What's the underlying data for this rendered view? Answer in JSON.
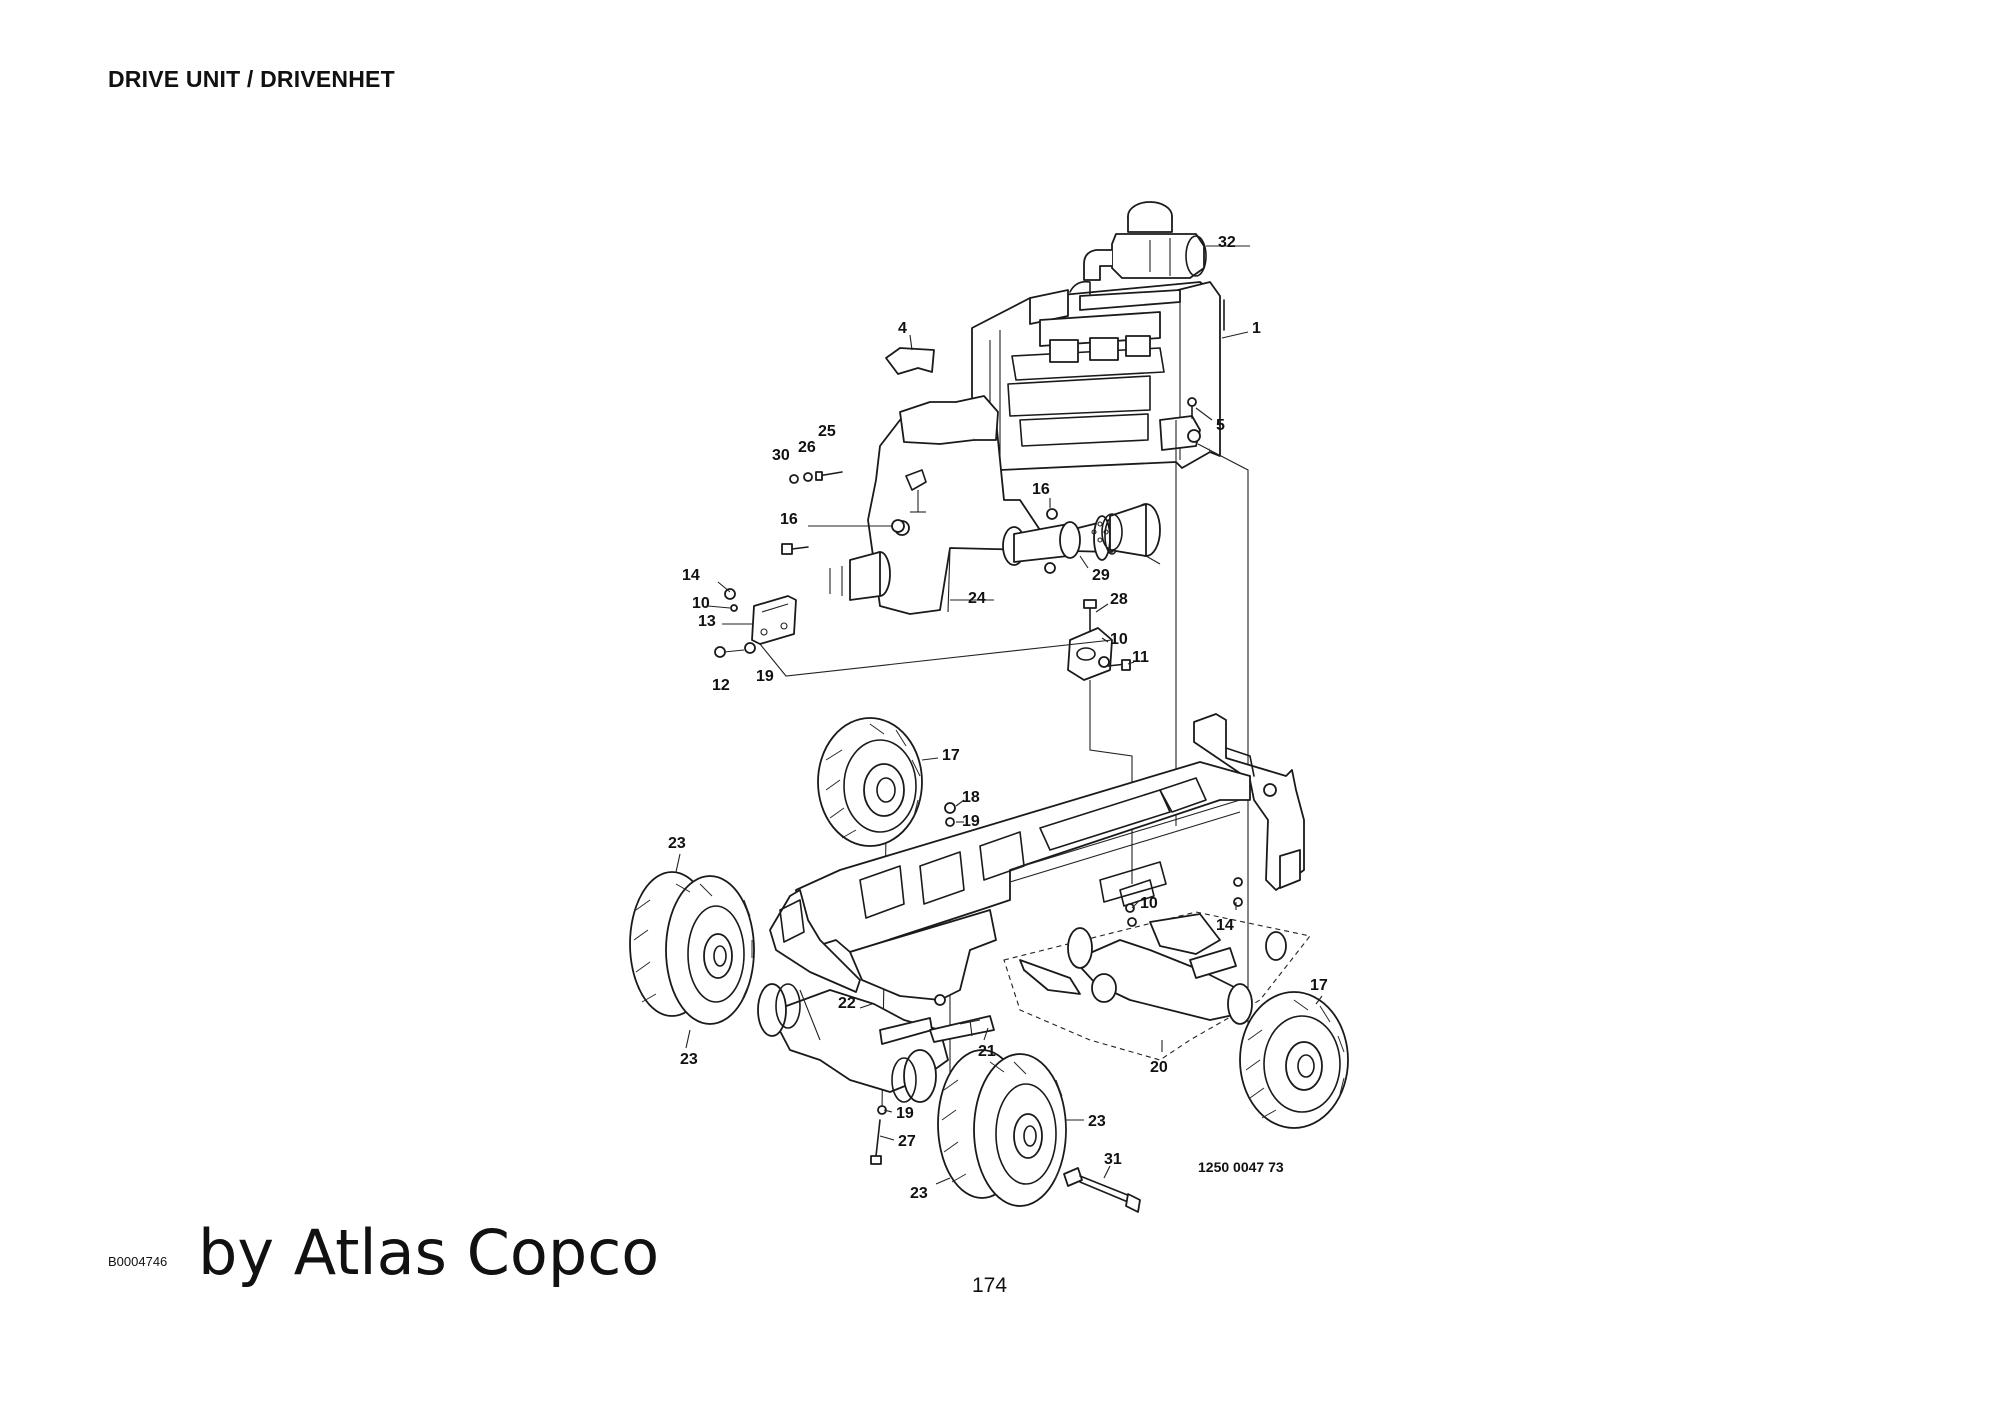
{
  "document": {
    "title": "DRIVE UNIT / DRIVENHET",
    "page_number": "174",
    "doc_id": "B0004746",
    "brand": "by Atlas Copco"
  },
  "diagram": {
    "drawing_number": "1250 0047 73",
    "callouts": [
      "32",
      "1",
      "4",
      "5",
      "25",
      "30",
      "26",
      "16",
      "16",
      "29",
      "24",
      "14",
      "10",
      "13",
      "12",
      "19",
      "28",
      "10",
      "11",
      "17",
      "18",
      "19",
      "23",
      "23",
      "22",
      "21",
      "10",
      "14",
      "17",
      "20",
      "19",
      "27",
      "23",
      "23",
      "31"
    ]
  }
}
